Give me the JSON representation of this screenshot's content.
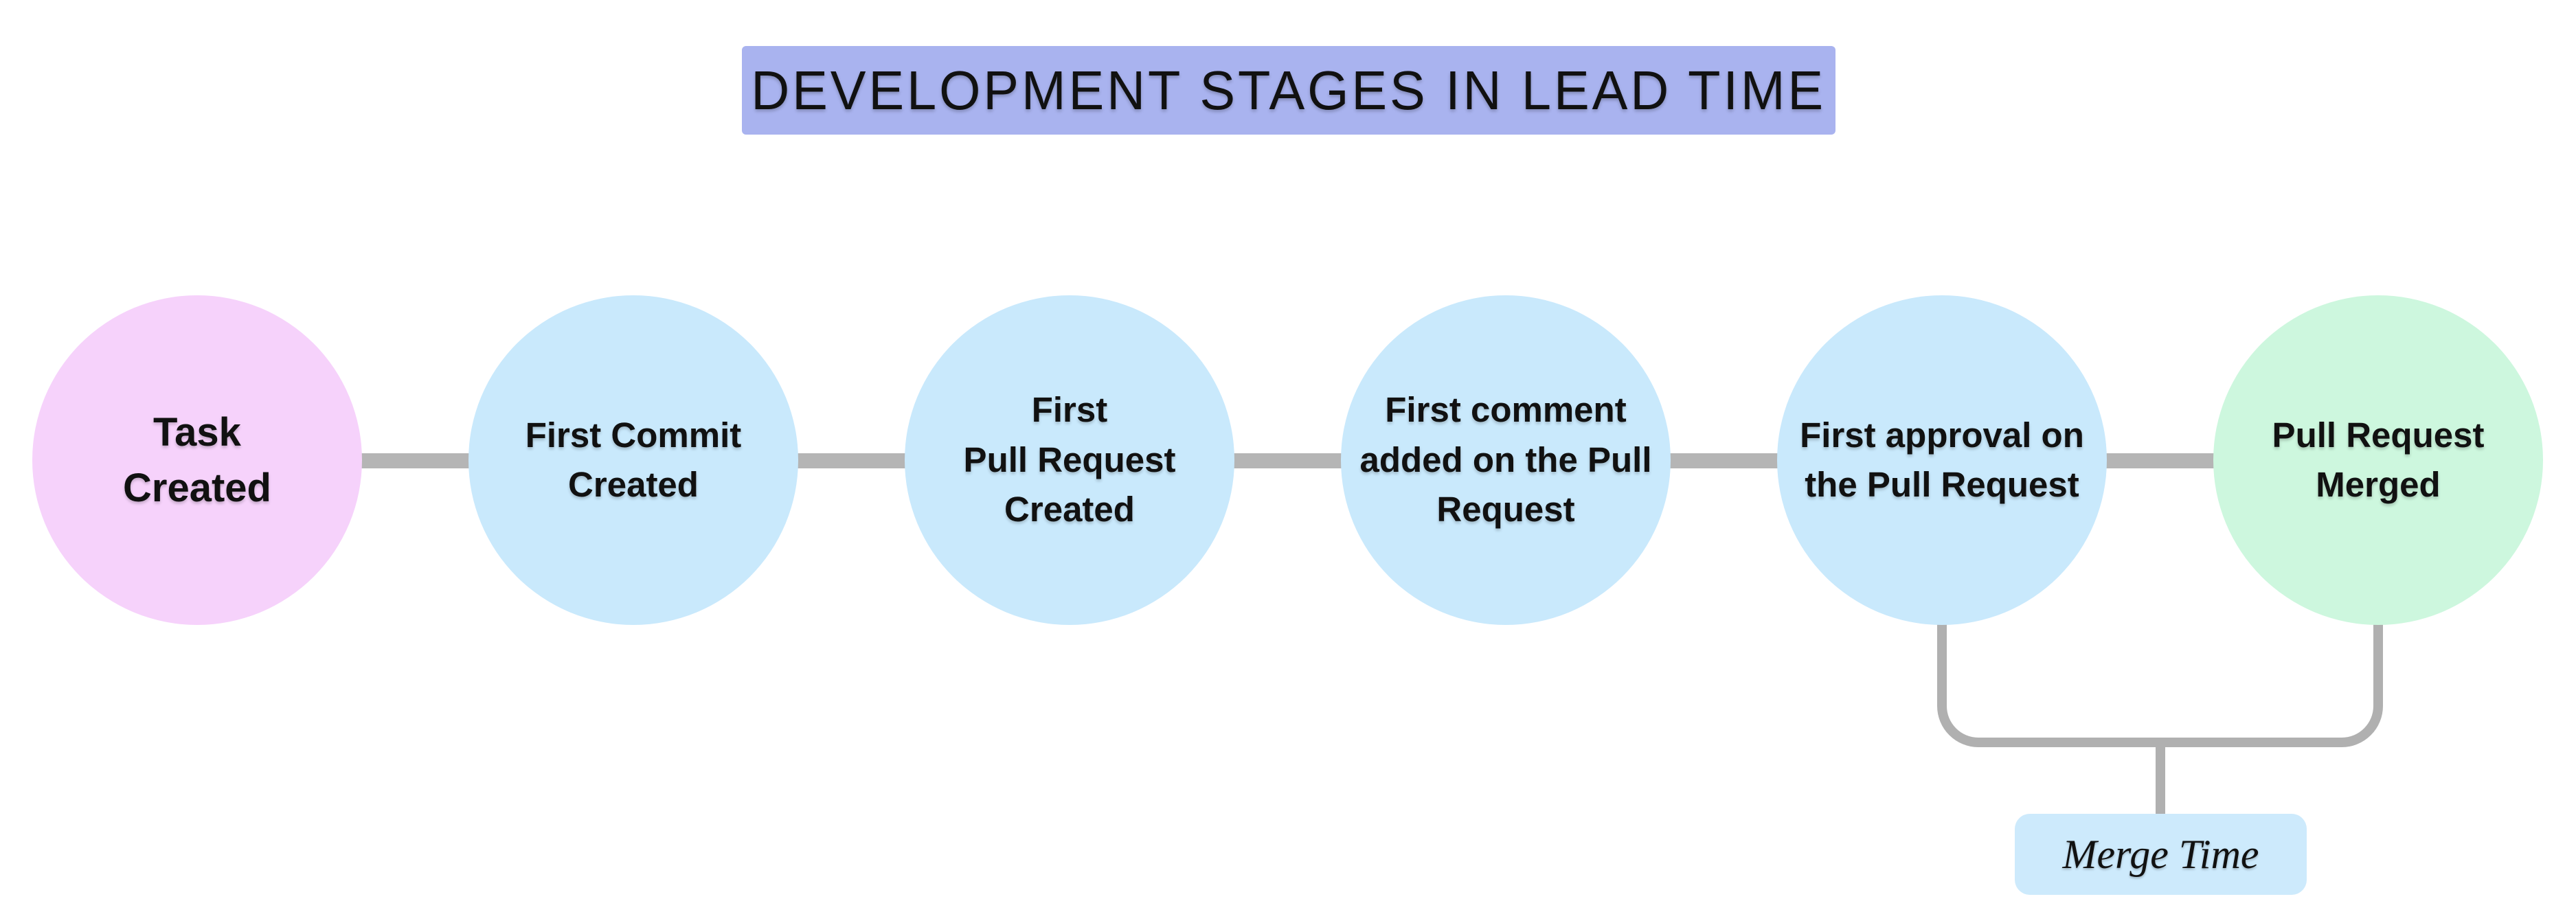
{
  "title": {
    "text": "DEVELOPMENT STAGES IN LEAD TIME",
    "background": "#a9b3ef"
  },
  "stages": [
    {
      "label": "Task\nCreated",
      "color": "#f6d2fb"
    },
    {
      "label": "First Commit\nCreated",
      "color": "#c9e9fc"
    },
    {
      "label": "First\nPull Request\nCreated",
      "color": "#c9e9fc"
    },
    {
      "label": "First comment\nadded on the Pull\nRequest",
      "color": "#c9e9fc"
    },
    {
      "label": "First approval on\nthe Pull Request",
      "color": "#c9e9fc"
    },
    {
      "label": "Pull Request\nMerged",
      "color": "#cdf7de"
    }
  ],
  "merge_time": {
    "label": "Merge Time",
    "background": "#cdeafc",
    "spans_stages": [
      4,
      5
    ]
  },
  "colors": {
    "connector": "#b5b5b5",
    "bracket": "#b0b0b0",
    "text": "#111111",
    "page_background": "#ffffff"
  }
}
